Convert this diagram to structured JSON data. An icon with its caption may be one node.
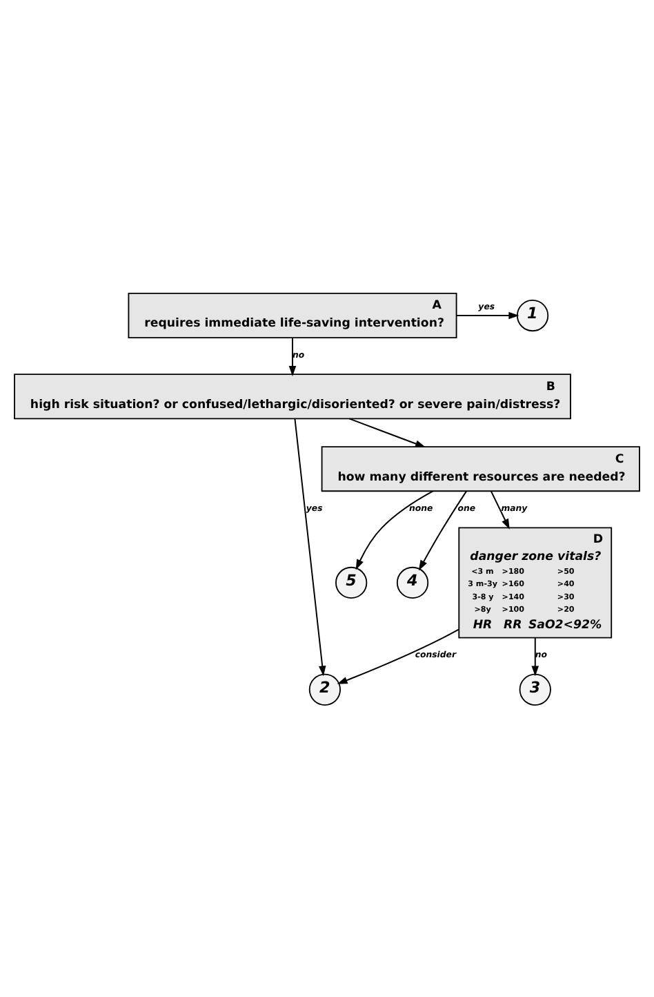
{
  "diagram": {
    "nodes": [
      {
        "text": [
          "A",
          "requires immediate life-saving intervention?"
        ]
      },
      {
        "text": [
          "1"
        ]
      },
      {
        "text": [
          "B",
          "high risk situation? or confused/lethargic/disoriented? or severe pain/distress?"
        ]
      },
      {
        "text": [
          "2"
        ]
      },
      {
        "text": [
          "C",
          "how many different resources are needed?"
        ]
      },
      {
        "text": [
          "5"
        ]
      },
      {
        "text": [
          "4"
        ]
      },
      {
        "text": [
          "D",
          "danger zone vitals?",
          "<3 m",
          ">180",
          ">50",
          "3 m-3y",
          ">160",
          ">40",
          "3-8 y",
          ">140",
          ">30",
          ">8y",
          ">100",
          ">20",
          "HR",
          "RR",
          "SaO2<92%"
        ]
      },
      {
        "text": [
          "3"
        ]
      }
    ],
    "edges": [
      {
        "from": 0,
        "to": 1,
        "arrow": "to",
        "label": "yes"
      },
      {
        "from": 0,
        "to": 2,
        "arrow": "to",
        "label": "no"
      },
      {
        "from": 2,
        "to": 3,
        "arrow": "to",
        "label": "yes"
      },
      {
        "from": 2,
        "to": 4,
        "arrow": "to"
      },
      {
        "from": 4,
        "to": 5,
        "arrow": "to",
        "label": "none"
      },
      {
        "from": 4,
        "to": 6,
        "arrow": "to",
        "label": "one"
      },
      {
        "from": 4,
        "to": 7,
        "arrow": "to",
        "label": "many"
      },
      {
        "from": 7,
        "to": 3,
        "arrow": "to",
        "label": "consider"
      },
      {
        "from": 7,
        "to": 8,
        "arrow": "to",
        "label": "no"
      }
    ]
  }
}
